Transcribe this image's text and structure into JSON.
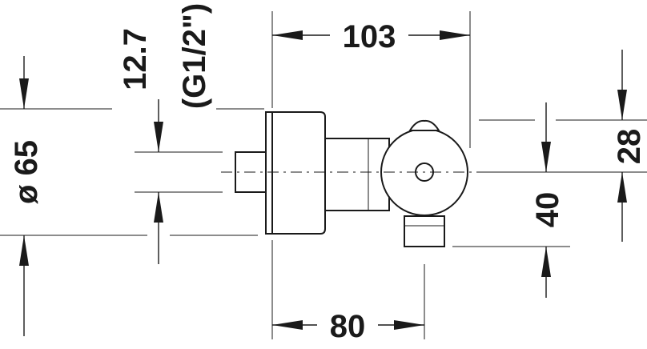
{
  "drawing": {
    "dimensions": {
      "width_total": "103",
      "width_body": "80",
      "diameter": "ø 65",
      "connection_size": "12.7",
      "thread": "(G1/2\")",
      "outlet_height": "40",
      "top_offset": "28"
    }
  }
}
